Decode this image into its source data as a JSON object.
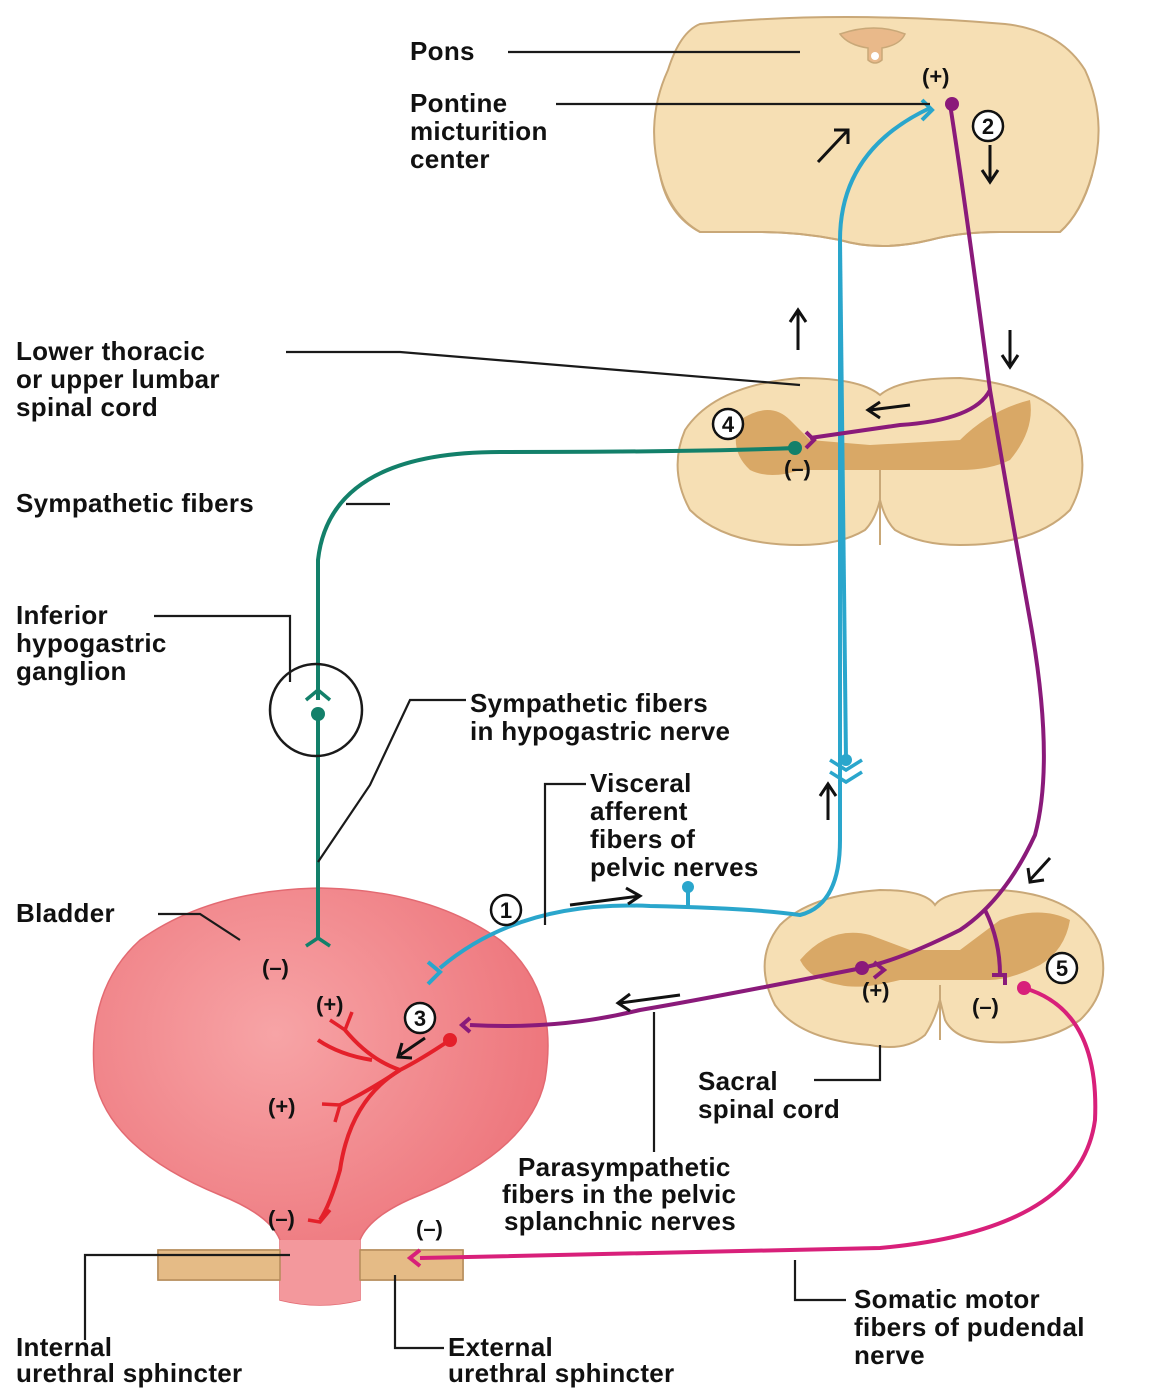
{
  "labels": {
    "pons": "Pons",
    "pontine_center": [
      "Pontine",
      "micturition",
      "center"
    ],
    "lower_thoracic": [
      "Lower thoracic",
      "or upper lumbar",
      "spinal cord"
    ],
    "sympathetic_fibers": "Sympathetic fibers",
    "inferior_ganglion": [
      "Inferior",
      "hypogastric",
      "ganglion"
    ],
    "sympathetic_hypogastric": [
      "Sympathetic fibers",
      "in hypogastric nerve"
    ],
    "visceral_afferent": [
      "Visceral",
      "afferent",
      "fibers of",
      "pelvic nerves"
    ],
    "bladder": "Bladder",
    "sacral_cord": [
      "Sacral",
      "spinal cord"
    ],
    "parasympathetic": [
      "Parasympathetic",
      "fibers in the pelvic",
      "splanchnic nerves"
    ],
    "somatic_motor": [
      "Somatic motor",
      "fibers of pudendal",
      "nerve"
    ],
    "internal_sphincter": [
      "Internal",
      "urethral sphincter"
    ],
    "external_sphincter": [
      "External",
      "urethral sphincter"
    ]
  },
  "step_numbers": [
    "1",
    "2",
    "3",
    "4",
    "5"
  ],
  "signs": {
    "plus": "(+)",
    "minus": "(–)"
  },
  "colors": {
    "afferent": "#2aa6cc",
    "descending": "#8a1a7a",
    "sympathetic": "#13806a",
    "somatic": "#d8207a",
    "detrusor": "#e4202a",
    "cord": "#f6dfb4",
    "bladder": "#f2868a"
  }
}
